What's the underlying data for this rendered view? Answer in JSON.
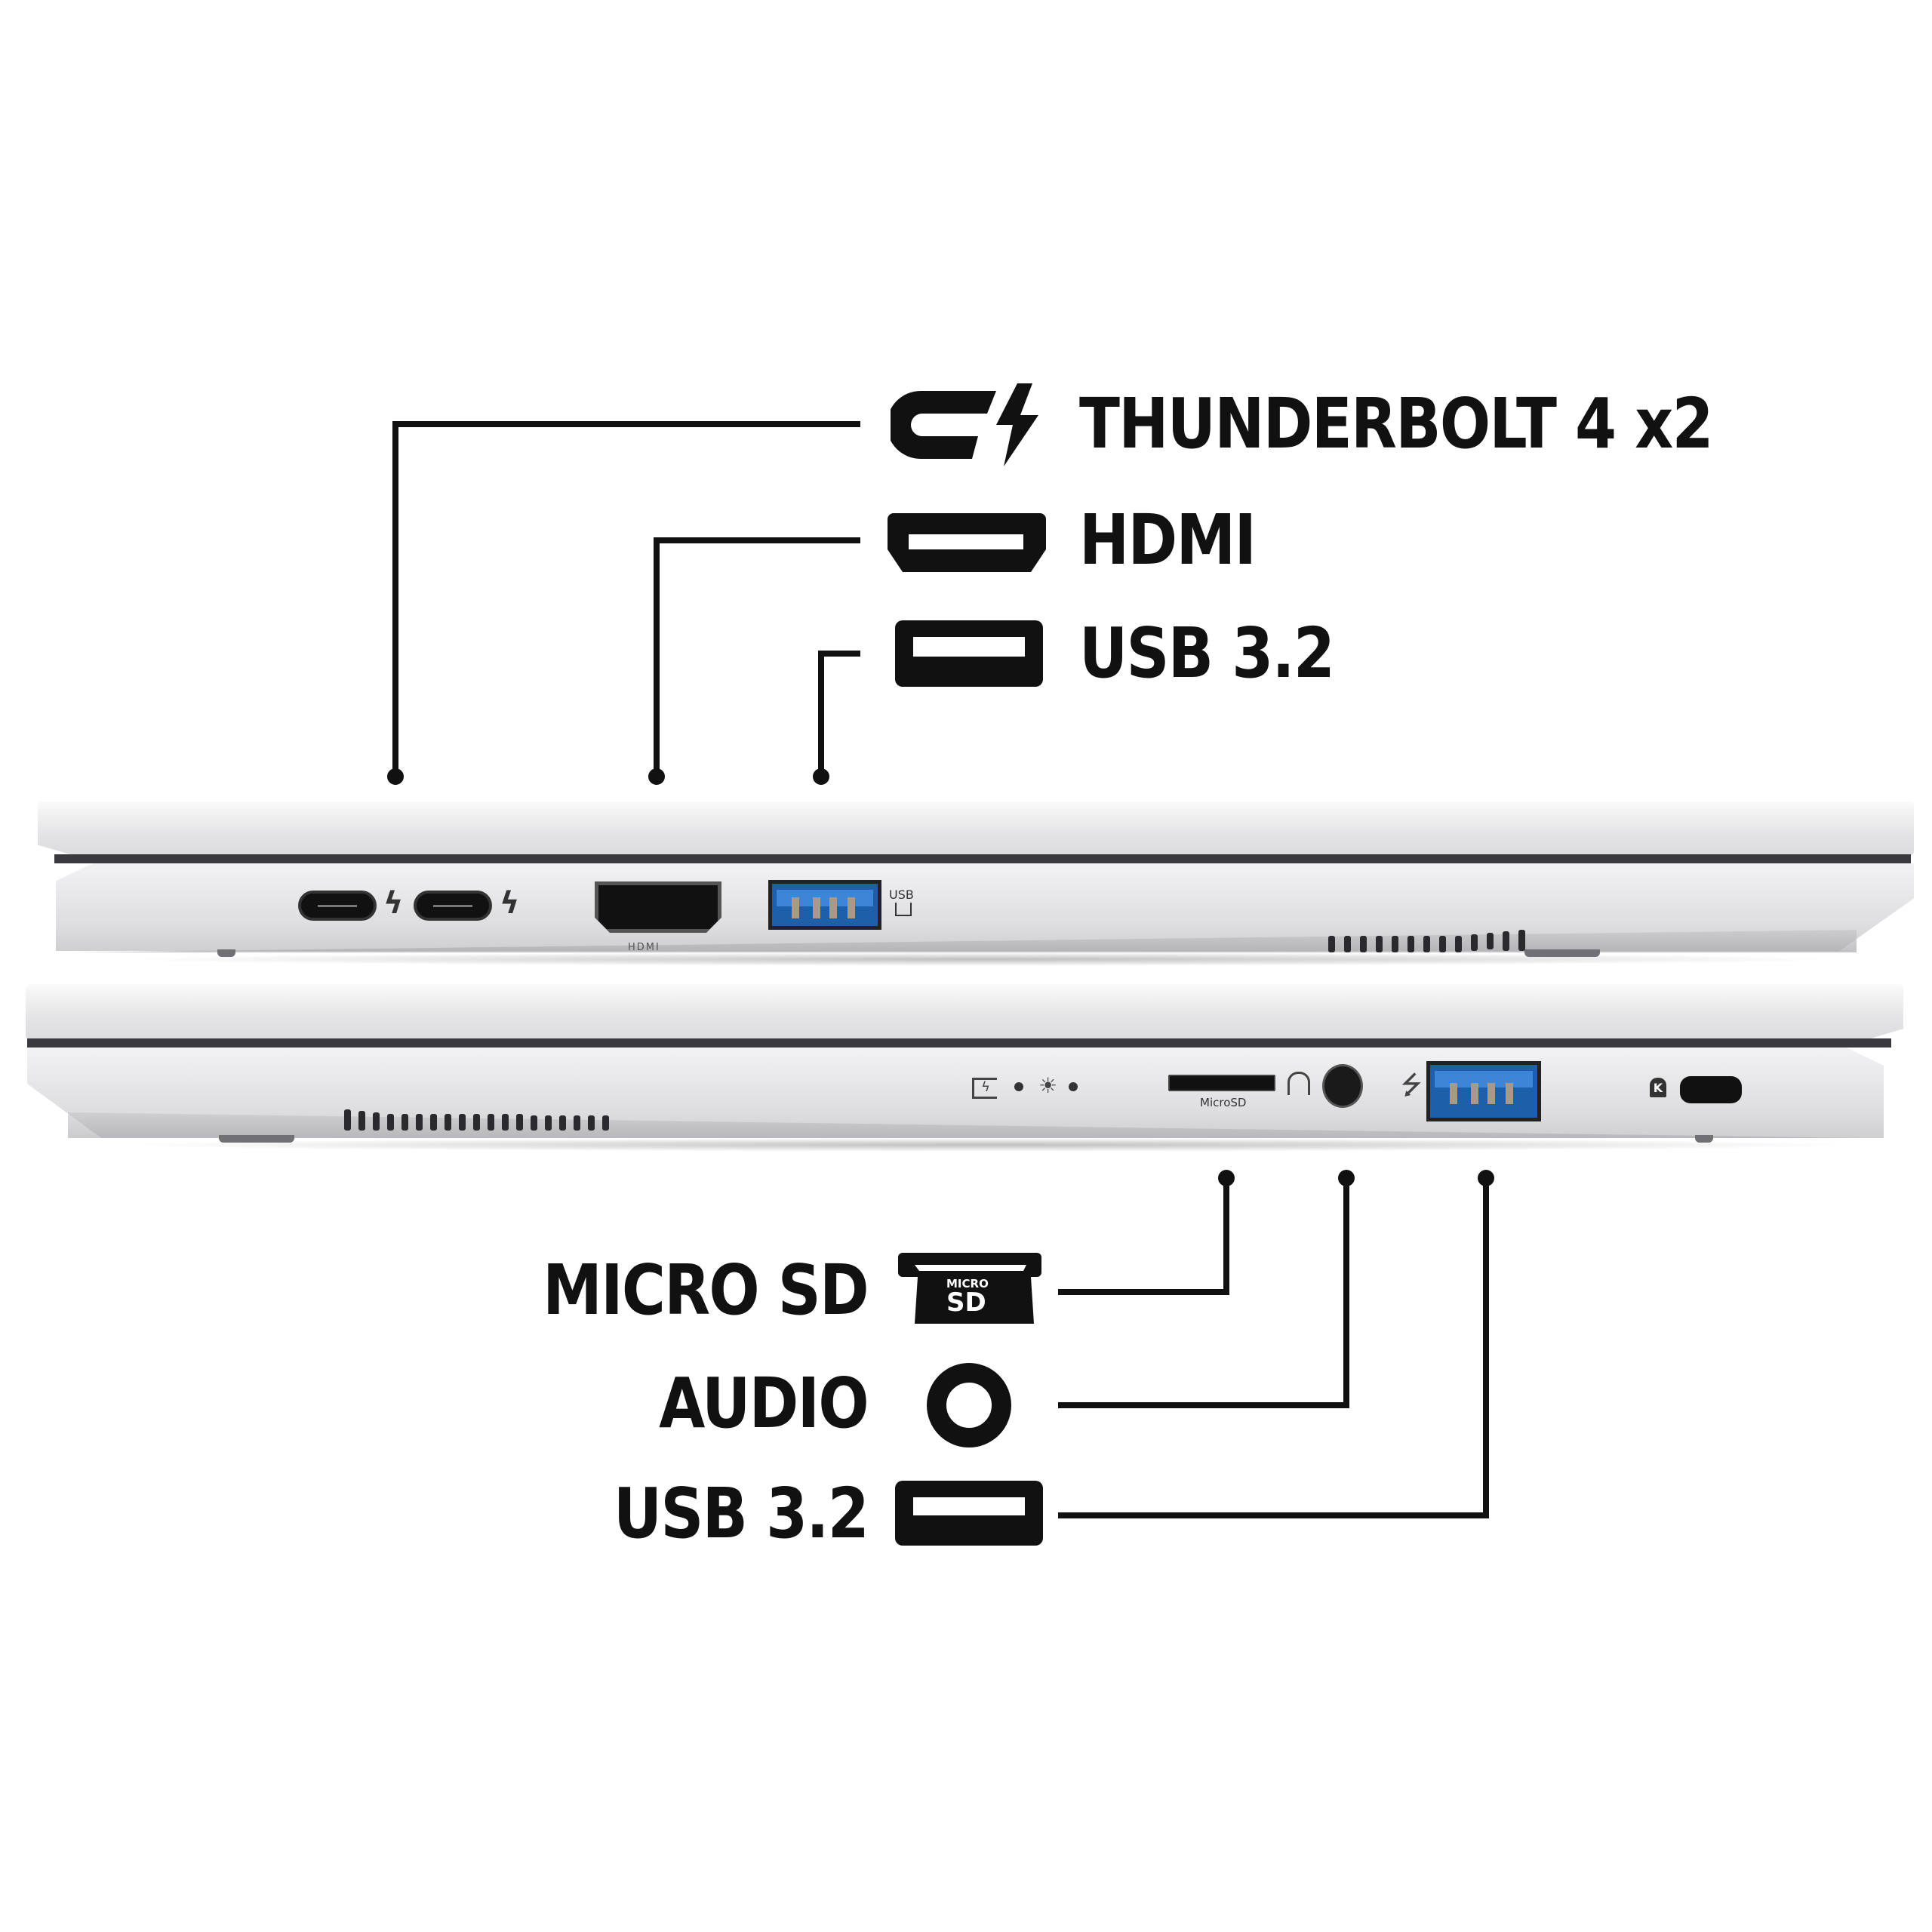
{
  "callouts": {
    "top": [
      {
        "label": "THUNDERBOLT 4 x2",
        "icon": "thunderbolt-icon"
      },
      {
        "label": "HDMI",
        "icon": "hdmi-icon"
      },
      {
        "label": "USB 3.2",
        "icon": "usb-a-icon"
      }
    ],
    "bottom": [
      {
        "label": "MICRO SD",
        "icon": "microsd-icon",
        "icon_text_top": "MICRO",
        "icon_text_bottom": "SD"
      },
      {
        "label": "AUDIO",
        "icon": "audio-jack-icon"
      },
      {
        "label": "USB 3.2",
        "icon": "usb-a-icon"
      }
    ]
  },
  "laptop_left_side": {
    "port_markings": {
      "hdmi": "HDMI",
      "usb": "USB"
    }
  },
  "laptop_right_side": {
    "port_markings": {
      "microsd": "MicroSD",
      "lock": "K"
    }
  },
  "colors": {
    "ink": "#111111",
    "chassis": "#e4e4e6",
    "usb_blue": "#1e5faa"
  }
}
